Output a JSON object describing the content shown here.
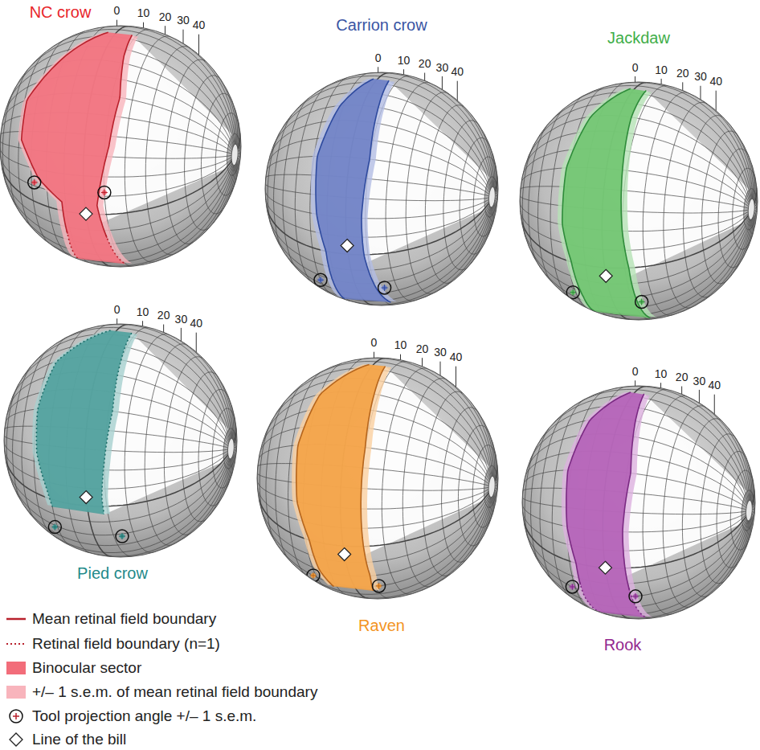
{
  "diagram": {
    "nodes": [
      {
        "text": [
          "NC crow"
        ]
      },
      {
        "text": [
          "Carrion crow"
        ]
      },
      {
        "text": [
          "Jackdaw"
        ]
      },
      {
        "text": [
          "Pied crow"
        ]
      },
      {
        "text": [
          "Raven"
        ]
      },
      {
        "text": [
          "Rook"
        ]
      }
    ],
    "labels": [
      "0",
      "10",
      "20",
      "30",
      "40",
      "0",
      "10",
      "20",
      "30",
      "40",
      "0",
      "10",
      "20",
      "30",
      "40",
      "0",
      "10",
      "20",
      "30",
      "40",
      "0",
      "10",
      "20",
      "30",
      "40",
      "0",
      "10",
      "20",
      "30",
      "40"
    ],
    "legend": [
      {
        "text": "Mean retinal field boundary"
      },
      {
        "text": "Retinal field boundary (n=1)"
      },
      {
        "text": "Binocular sector",
        "color": "#f26d7a"
      },
      {
        "text": "+/– 1 s.e.m. of mean retinal field boundary",
        "color": "#f8b4bc"
      },
      {
        "text": "Tool projection angle +/– 1 s.e.m."
      },
      {
        "text": "Line of the bill"
      }
    ]
  }
}
